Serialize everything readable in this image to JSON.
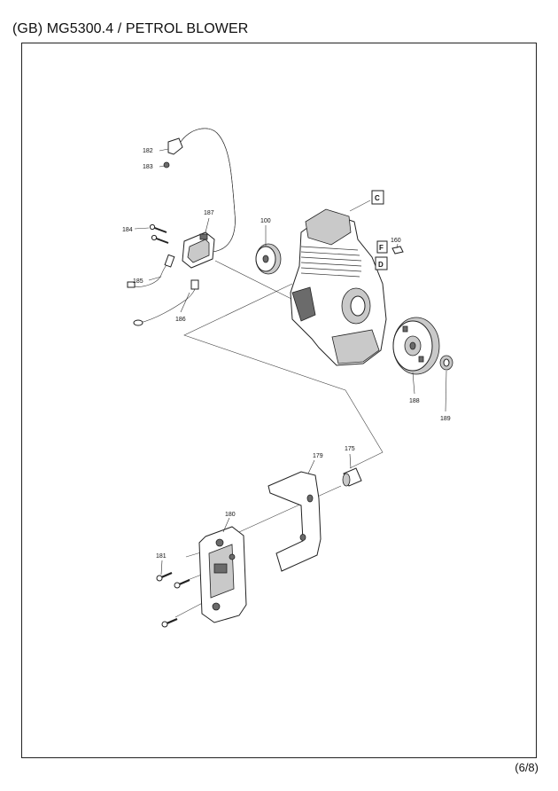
{
  "header": {
    "title": "(GB) MG5300.4 / PETROL BLOWER"
  },
  "footer": {
    "page": "(6/8)"
  },
  "diagram": {
    "part_labels": {
      "p182": "182",
      "p183": "183",
      "p184": "184",
      "p185": "185",
      "p186": "186",
      "p187": "187",
      "p100": "100",
      "p160": "160",
      "p188": "188",
      "p189": "189",
      "p175": "175",
      "p179": "179",
      "p180": "180",
      "p181": "181"
    },
    "ref_letters": {
      "c": "C",
      "f": "F",
      "d": "D"
    }
  }
}
